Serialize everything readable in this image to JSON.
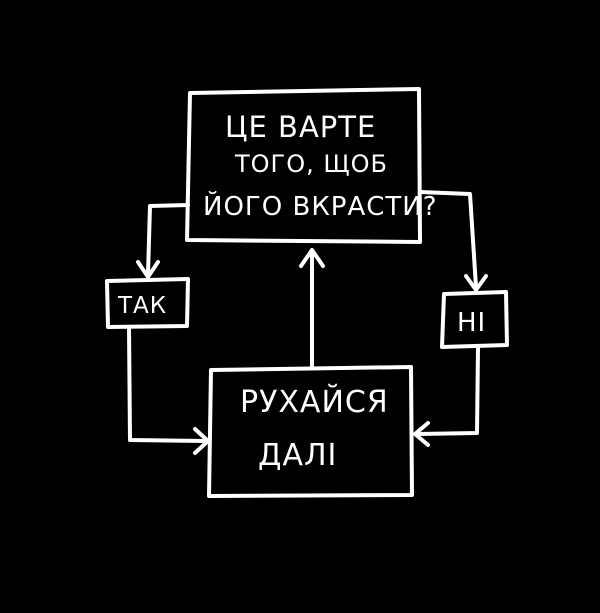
{
  "diagram": {
    "question": {
      "line1": "ЦЕ ВАРТЕ",
      "line2": "ТОГО, ЩОБ",
      "line3": "ЙОГО ВКРАСТИ?"
    },
    "action": {
      "line1": "РУХАЙСЯ",
      "line2": "ДАЛІ"
    },
    "yes_label": "ТАК",
    "no_label": "НІ"
  },
  "colors": {
    "background": "#000000",
    "ink": "#ffffff"
  }
}
